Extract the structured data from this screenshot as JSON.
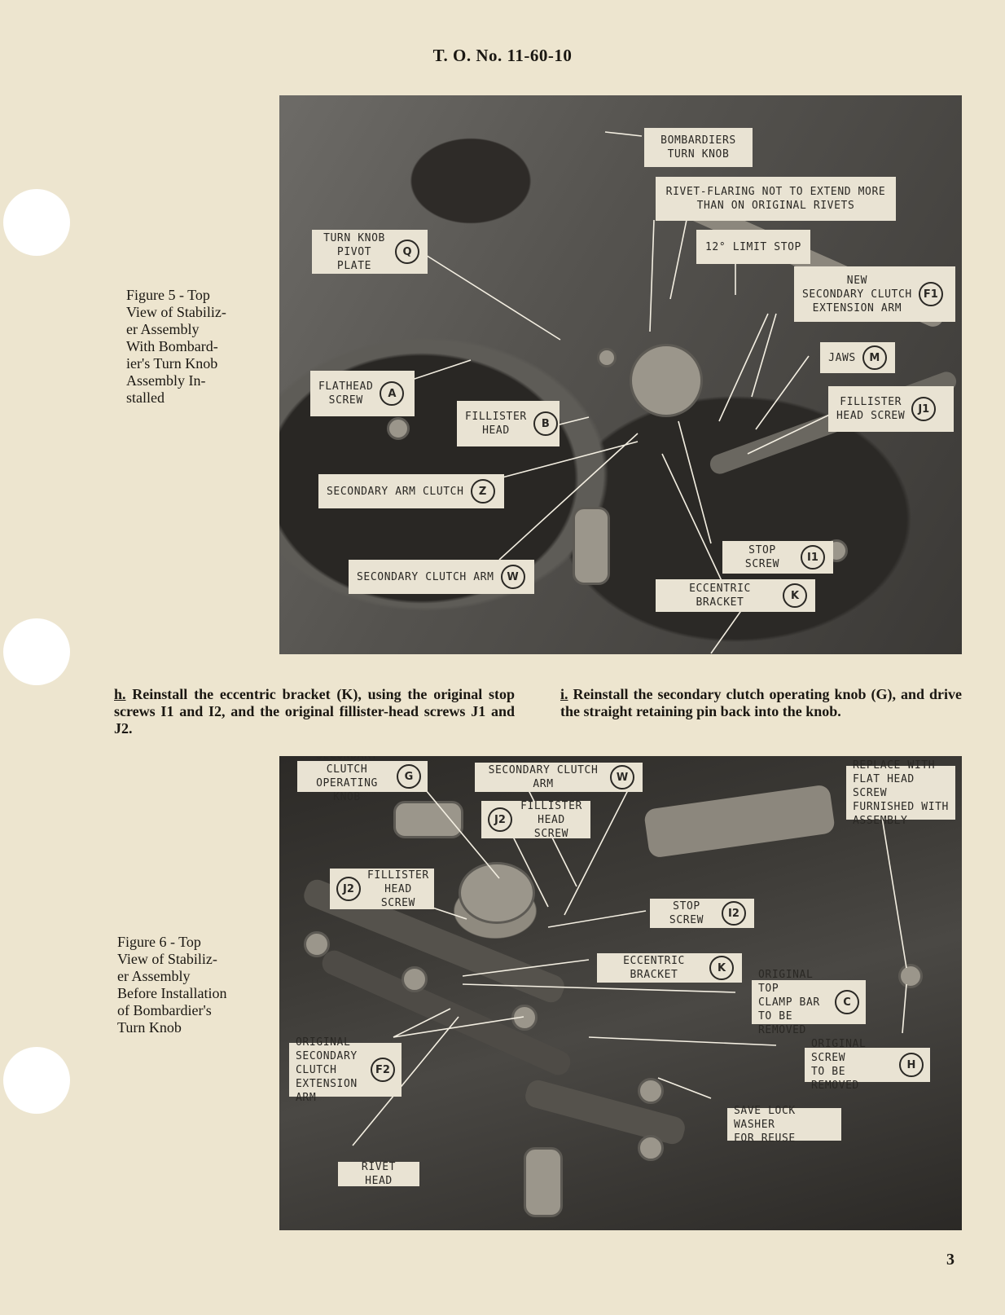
{
  "header": {
    "doc_number": "T. O. No. 11-60-10"
  },
  "figure5": {
    "caption": "Figure 5 - Top\nView of Stabiliz-\ner Assembly\nWith Bombard-\nier's Turn Knob\nAssembly In-\nstalled",
    "labels": {
      "bombardiers_turn_knob": "BOMBARDIERS\nTURN KNOB",
      "rivet_flaring": "RIVET-FLARING NOT TO EXTEND MORE\nTHAN ON ORIGINAL RIVETS",
      "limit_stop": "12° LIMIT STOP",
      "turn_knob_pivot_plate": "TURN KNOB\nPIVOT PLATE",
      "turn_knob_pivot_plate_badge": "Q",
      "new_secondary_clutch": "NEW\nSECONDARY CLUTCH\nEXTENSION ARM",
      "new_secondary_clutch_badge": "F1",
      "jaws": "JAWS",
      "jaws_badge": "M",
      "flathead_screw": "FLATHEAD\nSCREW",
      "flathead_screw_badge": "A",
      "fillister_head": "FILLISTER\nHEAD",
      "fillister_head_badge": "B",
      "fillister_head_screw": "FILLISTER\nHEAD SCREW",
      "fillister_head_screw_badge": "J1",
      "secondary_arm_clutch": "SECONDARY ARM CLUTCH",
      "secondary_arm_clutch_badge": "Z",
      "stop_screw": "STOP SCREW",
      "stop_screw_badge": "I1",
      "secondary_clutch_arm": "SECONDARY CLUTCH ARM",
      "secondary_clutch_arm_badge": "W",
      "eccentric_bracket": "ECCENTRIC BRACKET",
      "eccentric_bracket_badge": "K"
    }
  },
  "steps": {
    "h_marker": "h.",
    "h_text": " Reinstall the eccentric bracket (K), using the original stop screws I1 and I2, and the original fillister-head screws J1 and J2.",
    "i_marker": "i.",
    "i_text": " Reinstall the secondary clutch operating knob (G), and drive the straight retaining pin back into the knob."
  },
  "figure6": {
    "caption": "Figure 6 - Top\nView of Stabiliz-\ner Assembly\nBefore Installation\nof Bombardier's\nTurn Knob",
    "labels": {
      "secondary_clutch_operating_knob": "SECONDARY CLUTCH\nOPERATING KNOB",
      "secondary_clutch_operating_knob_badge": "G",
      "secondary_clutch_arm": "SECONDARY CLUTCH ARM",
      "secondary_clutch_arm_badge": "W",
      "replace_with": "REPLACE WITH\nFLAT HEAD SCREW\nFURNISHED WITH\nASSEMBLY",
      "fillister_head_screw_top": "FILLISTER HEAD\nSCREW",
      "fillister_head_screw_top_badge": "J2",
      "fillister_head_screw_left": "FILLISTER HEAD\nSCREW",
      "fillister_head_screw_left_badge": "J2",
      "stop_screw": "STOP SCREW",
      "stop_screw_badge": "I2",
      "eccentric_bracket": "ECCENTRIC BRACKET",
      "eccentric_bracket_badge": "K",
      "original_top_clamp_bar": "ORIGINAL TOP\nCLAMP BAR\nTO BE REMOVED",
      "original_top_clamp_bar_badge": "C",
      "original_secondary_clutch": "ORIGINAL\nSECONDARY CLUTCH\nEXTENSION ARM",
      "original_secondary_clutch_badge": "F2",
      "original_screw": "ORIGINAL SCREW\nTO BE REMOVED",
      "original_screw_badge": "H",
      "save_lock_washer": "SAVE LOCK WASHER\nFOR REUSE",
      "rivet_head": "RIVET HEAD"
    }
  },
  "page_number": "3"
}
